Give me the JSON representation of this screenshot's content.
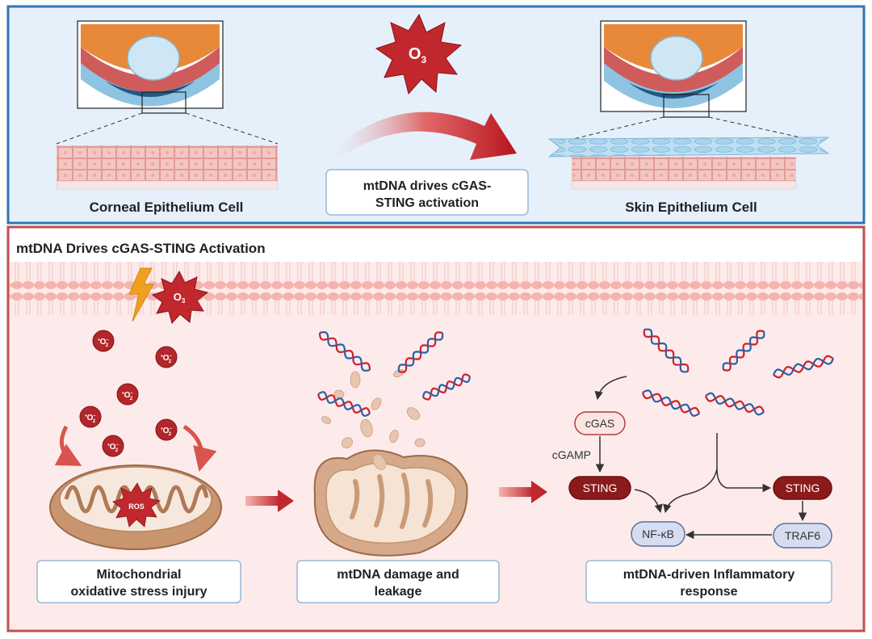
{
  "top_panel": {
    "ozone_label": "O",
    "ozone_sub": "3",
    "left_caption": "Corneal Epithelium Cell",
    "right_caption": "Skin Epithelium Cell",
    "center_box_line1": "mtDNA drives cGAS-",
    "center_box_line2": "STING activation"
  },
  "bottom_panel": {
    "title": "mtDNA Drives cGAS-STING Activation",
    "ozone_label": "O",
    "ozone_sub": "3",
    "superoxide_label": "O",
    "superoxide_sub": "2",
    "superoxide_sup": "–",
    "superoxide_dot": "•",
    "ros_label": "ROS",
    "step1_line1": "Mitochondrial",
    "step1_line2": "oxidative stress injury",
    "step2_line1": "mtDNA damage and",
    "step2_line2": "leakage",
    "step3_line1": "mtDNA-driven Inflammatory",
    "step3_line2": "response",
    "pathway": {
      "cgas": "cGAS",
      "cgamp": "cGAMP",
      "sting_left": "STING",
      "sting_right": "STING",
      "nfkb": "NF-κB",
      "traf6": "TRAF6"
    }
  },
  "colors": {
    "top_bg": "#e6f0fb",
    "top_border": "#2e75b6",
    "bottom_bg": "#fcebea",
    "bottom_border": "#c0504d",
    "ozone_red": "#c0282d",
    "sting_dark": "#8b1a1a",
    "nfkb_blue": "#d6ddf0"
  }
}
